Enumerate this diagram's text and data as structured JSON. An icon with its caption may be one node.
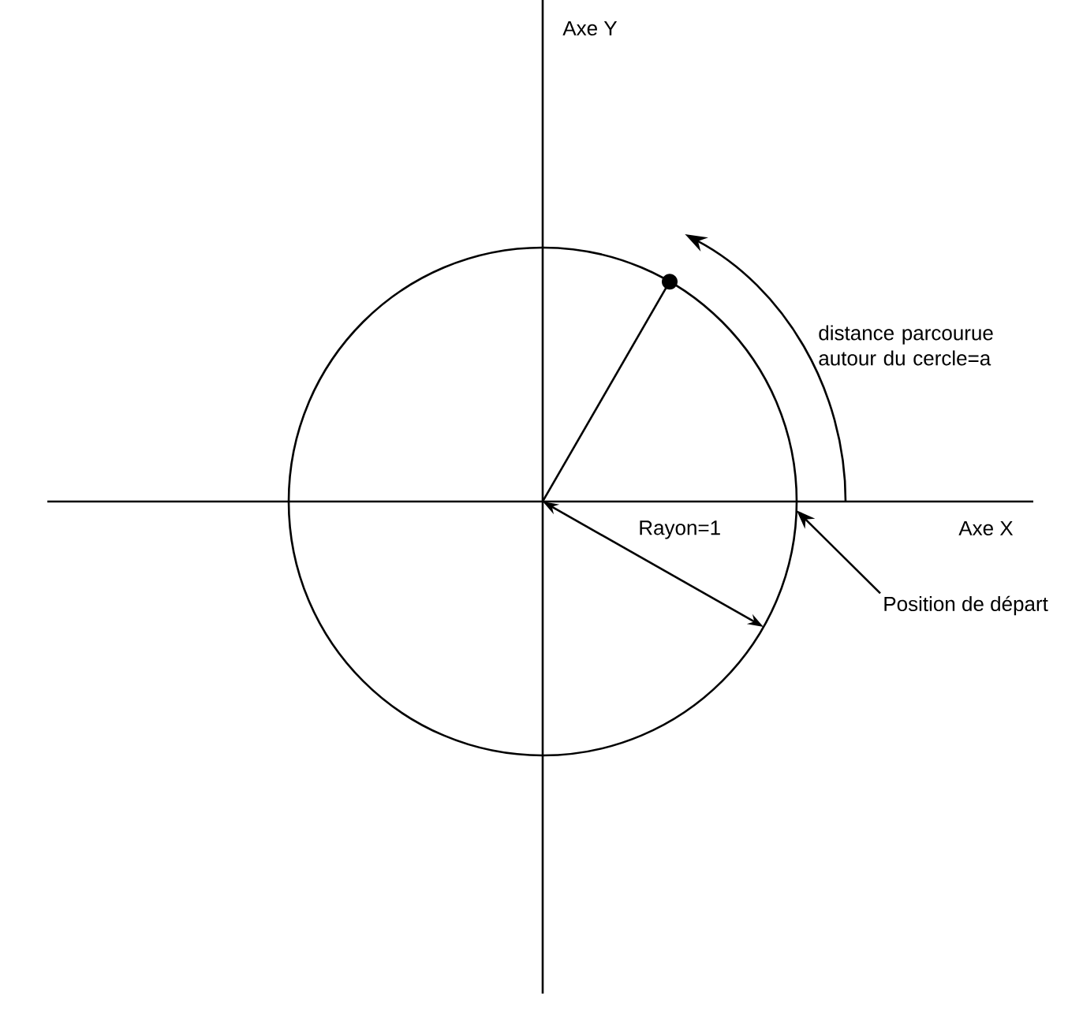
{
  "diagram": {
    "nodes": [
      {
        "text": [
          "Position de départ"
        ]
      },
      {
        "text": [],
        "shape": "circle"
      }
    ],
    "edges": [
      {
        "from": 0,
        "to": 1,
        "arrow": "to"
      }
    ],
    "labels": [
      "Axe Y",
      "distance parcourue autour du cercle=a",
      "Rayon=1",
      "Axe X"
    ]
  }
}
